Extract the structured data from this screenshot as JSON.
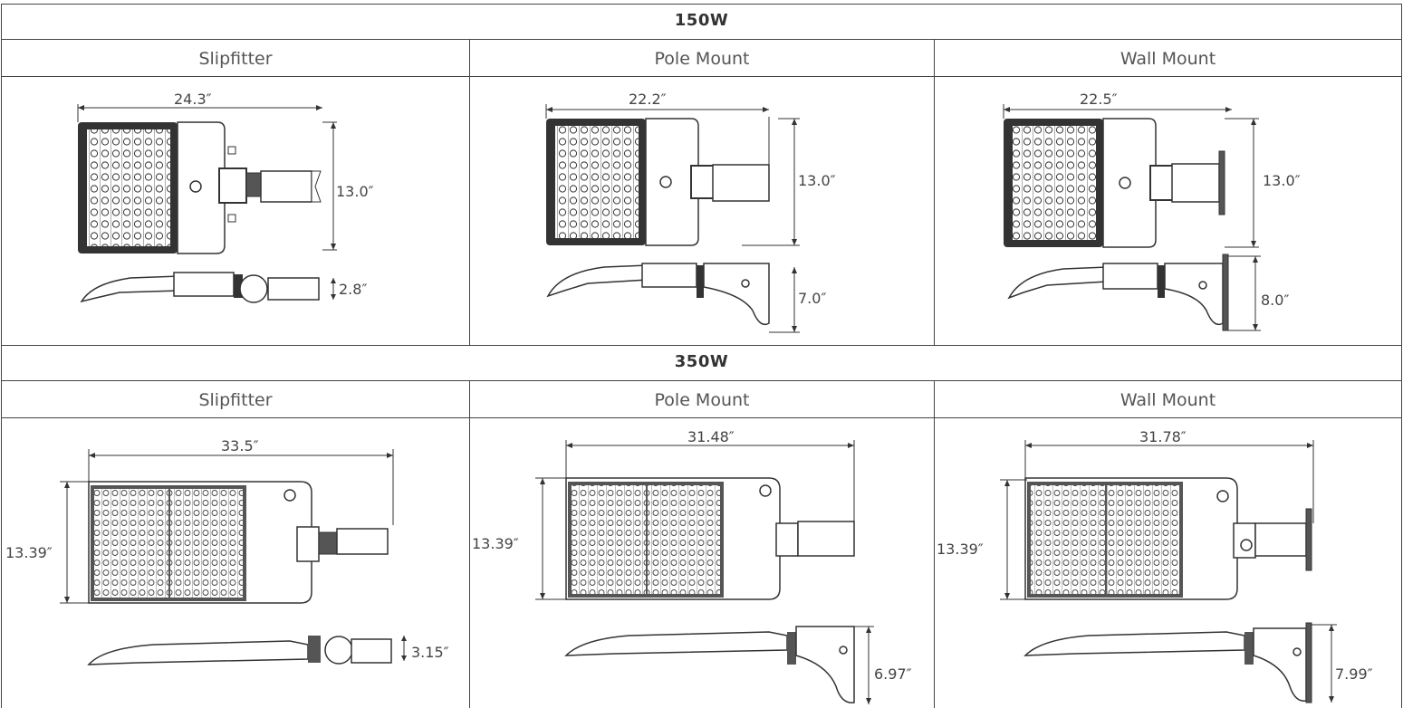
{
  "sections": [
    {
      "title": "150W",
      "columns": [
        {
          "label": "Slipfitter",
          "width": "24.3″",
          "height": "13.0″",
          "side_height": "2.8″"
        },
        {
          "label": "Pole Mount",
          "width": "22.2″",
          "height": "13.0″",
          "side_height": "7.0″"
        },
        {
          "label": "Wall Mount",
          "width": "22.5″",
          "height": "13.0″",
          "side_height": "8.0″"
        }
      ]
    },
    {
      "title": "350W",
      "columns": [
        {
          "label": "Slipfitter",
          "width": "33.5″",
          "height": "13.39″",
          "side_height": "3.15″"
        },
        {
          "label": "Pole Mount",
          "width": "31.48″",
          "height": "13.39″",
          "side_height": "6.97″"
        },
        {
          "label": "Wall Mount",
          "width": "31.78″",
          "height": "13.39″",
          "side_height": "7.99″"
        }
      ]
    }
  ]
}
